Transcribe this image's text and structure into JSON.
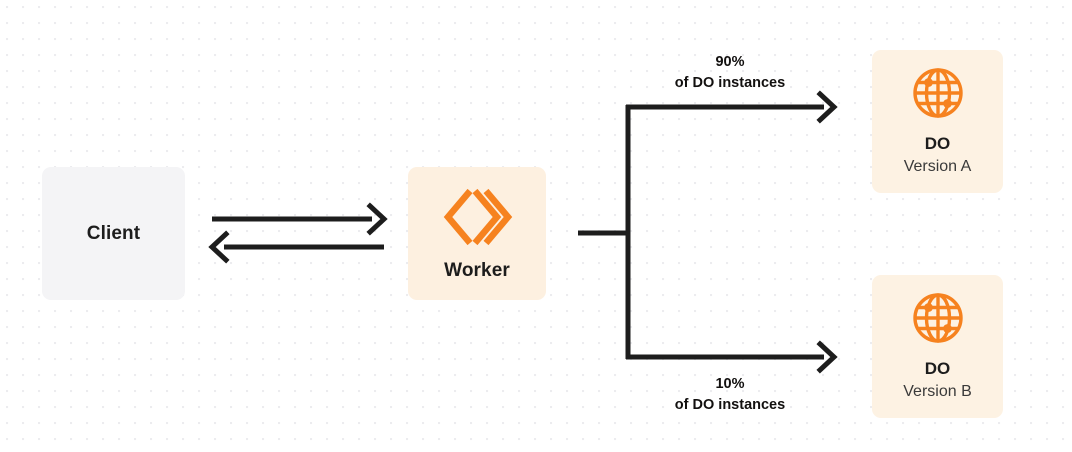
{
  "diagram": {
    "nodes": {
      "client": {
        "label": "Client"
      },
      "worker": {
        "label": "Worker",
        "icon": "cloudflare-workers-icon"
      },
      "do_a": {
        "title": "DO",
        "subtitle": "Version A",
        "icon": "globe-icon"
      },
      "do_b": {
        "title": "DO",
        "subtitle": "Version B",
        "icon": "globe-icon"
      }
    },
    "edges": {
      "client_to_worker": {
        "direction": "right",
        "label": ""
      },
      "worker_to_client": {
        "direction": "left",
        "label": ""
      },
      "worker_to_do_a": {
        "percent": "90%",
        "description": "of DO instances"
      },
      "worker_to_do_b": {
        "percent": "10%",
        "description": "of DO instances"
      }
    },
    "colors": {
      "brand_orange": "#f6821f",
      "worker_box_bg": "#fdf0e0",
      "do_box_bg": "#fdf2e3",
      "client_box_bg": "#f4f4f6",
      "line": "#1d1d1d",
      "text": "#12100f",
      "grid_dot": "#ececef",
      "background": "#ffffff"
    }
  }
}
